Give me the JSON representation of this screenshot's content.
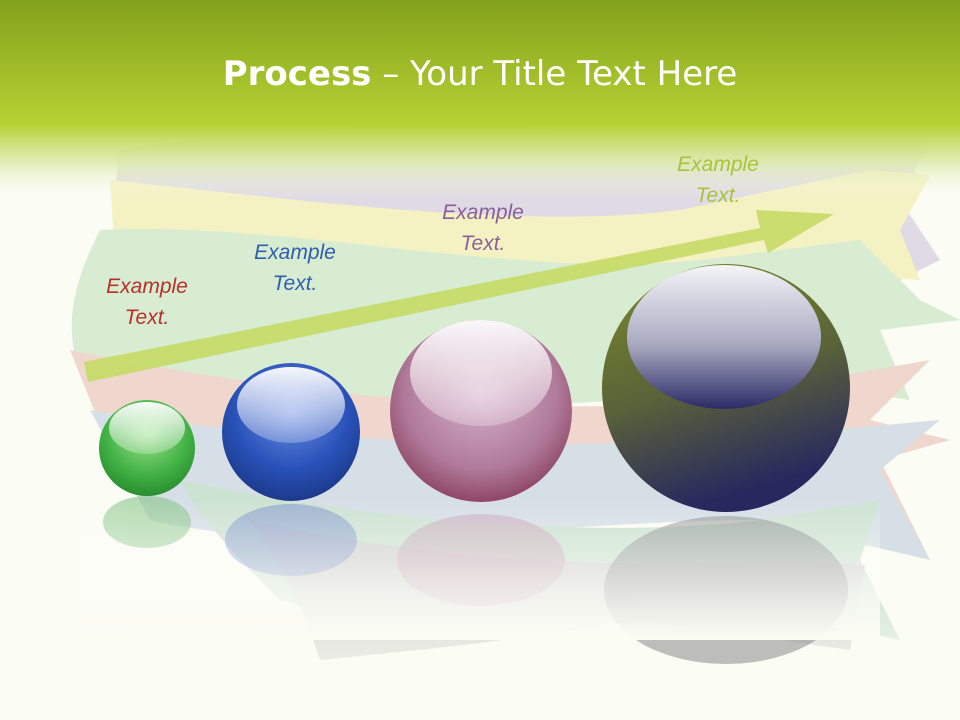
{
  "slide": {
    "title_bold": "Process",
    "title_rest": " – Your Title Text Here"
  },
  "steps": [
    {
      "line1": "Example",
      "line2": "Text.",
      "color": "#b7302a",
      "sphere_color": "#3cae3c"
    },
    {
      "line1": "Example",
      "line2": "Text.",
      "color": "#2e5fae",
      "sphere_color": "#2a55c0"
    },
    {
      "line1": "Example",
      "line2": "Text.",
      "color": "#8a5f9a",
      "sphere_color": "#9c4a6a"
    },
    {
      "line1": "Example",
      "line2": "Text.",
      "color": "#a8c43a",
      "sphere_color": "#6b7a2c"
    }
  ],
  "colors": {
    "header_top": "#85a31c",
    "header_bottom": "#b7d334",
    "background": "#fbfcf4",
    "arrow": "#c6dc6a"
  }
}
